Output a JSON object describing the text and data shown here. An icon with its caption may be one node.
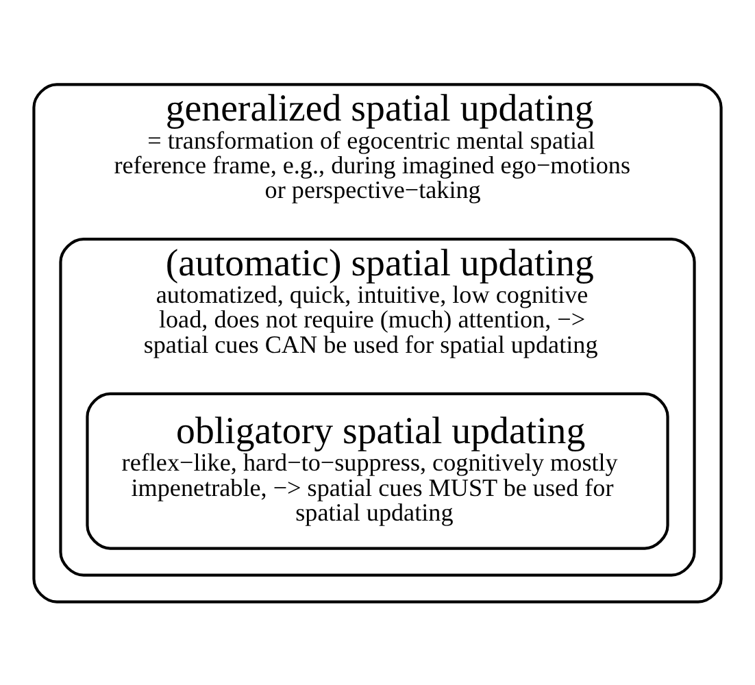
{
  "diagram": {
    "nodes": [
      {
        "text": [
          "generalized spatial updating",
          "= transformation of egocentric mental spatial reference frame, e.g., during imagined ego−motions or perspective−taking"
        ]
      },
      {
        "text": [
          "(automatic) spatial updating",
          "automatized, quick, intuitive, low cognitive load, does not require (much) attention, −> spatial cues CAN be used for spatial updating"
        ],
        "in": 0
      },
      {
        "text": [
          "obligatory spatial updating",
          "reflex−like, hard−to−suppress, cognitively mostly impenetrable, −> spatial cues MUST be used for spatial updating"
        ],
        "in": 1
      }
    ],
    "edges": []
  }
}
